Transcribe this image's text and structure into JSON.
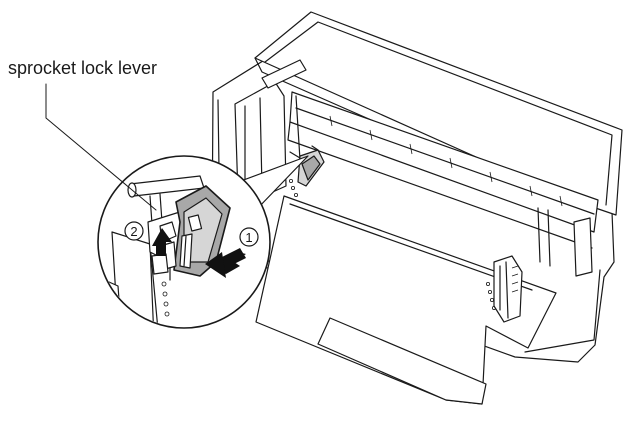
{
  "callout": {
    "label": "sprocket lock lever"
  },
  "steps": [
    {
      "number": "1"
    },
    {
      "number": "2"
    }
  ],
  "icons": {
    "arrow_push": "arrow-push-icon",
    "arrow_up": "arrow-up-icon"
  }
}
